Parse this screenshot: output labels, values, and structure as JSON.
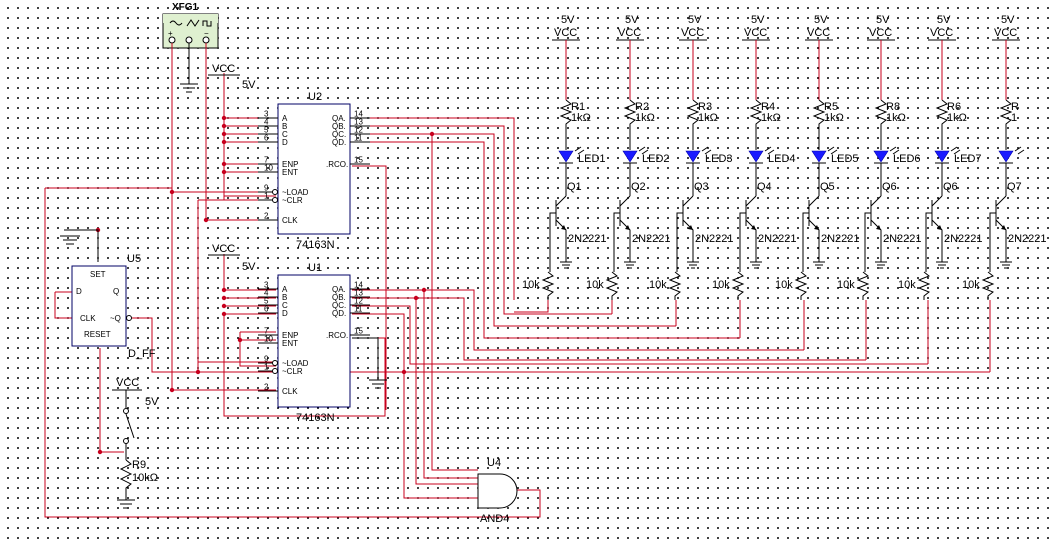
{
  "function_generator": {
    "label": "XFG1"
  },
  "supply": {
    "vcc": "VCC",
    "voltage": "5V"
  },
  "counters": [
    {
      "ref": "U2",
      "part": "74163N",
      "pins_left": [
        {
          "num": "3",
          "name": "A"
        },
        {
          "num": "4",
          "name": "B"
        },
        {
          "num": "5",
          "name": "C"
        },
        {
          "num": "6",
          "name": "D"
        },
        {
          "num": "7",
          "name": "ENP"
        },
        {
          "num": "10",
          "name": "ENT"
        },
        {
          "num": "9",
          "name": "~LOAD"
        },
        {
          "num": "1",
          "name": "~CLR"
        },
        {
          "num": "2",
          "name": "CLK"
        }
      ],
      "pins_right": [
        {
          "num": "14",
          "name": "QA"
        },
        {
          "num": "13",
          "name": "QB"
        },
        {
          "num": "12",
          "name": "QC"
        },
        {
          "num": "11",
          "name": "QD"
        },
        {
          "num": "15",
          "name": "RCO"
        }
      ]
    },
    {
      "ref": "U1",
      "part": "74163N",
      "pins_left": [
        {
          "num": "3",
          "name": "A"
        },
        {
          "num": "4",
          "name": "B"
        },
        {
          "num": "5",
          "name": "C"
        },
        {
          "num": "6",
          "name": "D"
        },
        {
          "num": "7",
          "name": "ENP"
        },
        {
          "num": "10",
          "name": "ENT"
        },
        {
          "num": "9",
          "name": "~LOAD"
        },
        {
          "num": "1",
          "name": "~CLR"
        },
        {
          "num": "2",
          "name": "CLK"
        }
      ],
      "pins_right": [
        {
          "num": "14",
          "name": "QA"
        },
        {
          "num": "13",
          "name": "QB"
        },
        {
          "num": "12",
          "name": "QC"
        },
        {
          "num": "11",
          "name": "QD"
        },
        {
          "num": "15",
          "name": "RCO"
        }
      ]
    }
  ],
  "flipflop": {
    "ref": "U5",
    "set": "SET",
    "reset": "RESET",
    "d": "D",
    "q": "Q",
    "clk": "CLK",
    "qbar": "~Q",
    "net": "D_FF"
  },
  "and_gate": {
    "ref": "U4",
    "part": "AND4"
  },
  "reset_resistor": {
    "ref": "R9",
    "value": "10kΩ"
  },
  "channels": [
    {
      "resistor": "R1",
      "value": "1kΩ",
      "led": "LED1",
      "transistor": "Q1",
      "part": "2N2221",
      "base_res": "10k"
    },
    {
      "resistor": "R2",
      "value": "1kΩ",
      "led": "LED2",
      "transistor": "Q2",
      "part": "2N2221",
      "base_res": "10k"
    },
    {
      "resistor": "R3",
      "value": "1kΩ",
      "led": "LED3",
      "transistor": "Q3",
      "part": "2N2221",
      "base_res": "10k"
    },
    {
      "resistor": "R4",
      "value": "1kΩ",
      "led": "LED4",
      "transistor": "Q4",
      "part": "2N2221",
      "base_res": "10k"
    },
    {
      "resistor": "R5",
      "value": "1kΩ",
      "led": "LED5",
      "transistor": "Q5",
      "part": "2N2221",
      "base_res": "10k"
    },
    {
      "resistor": "R8",
      "value": "1kΩ",
      "led": "LED6",
      "transistor": "Q6",
      "part": "2N2221",
      "base_res": "10k"
    },
    {
      "resistor": "R6",
      "value": "1kΩ",
      "led": "LED7",
      "transistor": "Q6",
      "part": "2N2221",
      "base_res": "10k"
    },
    {
      "resistor": "R",
      "value": "1",
      "led": "",
      "transistor": "Q7",
      "part": "2N2221",
      "base_res": "10k"
    }
  ],
  "colors": {
    "wire": "#c8001e",
    "component": "#000000",
    "led": "#1a1aff",
    "chip_border": "#000066",
    "xfg_body": "#dff0d0"
  }
}
